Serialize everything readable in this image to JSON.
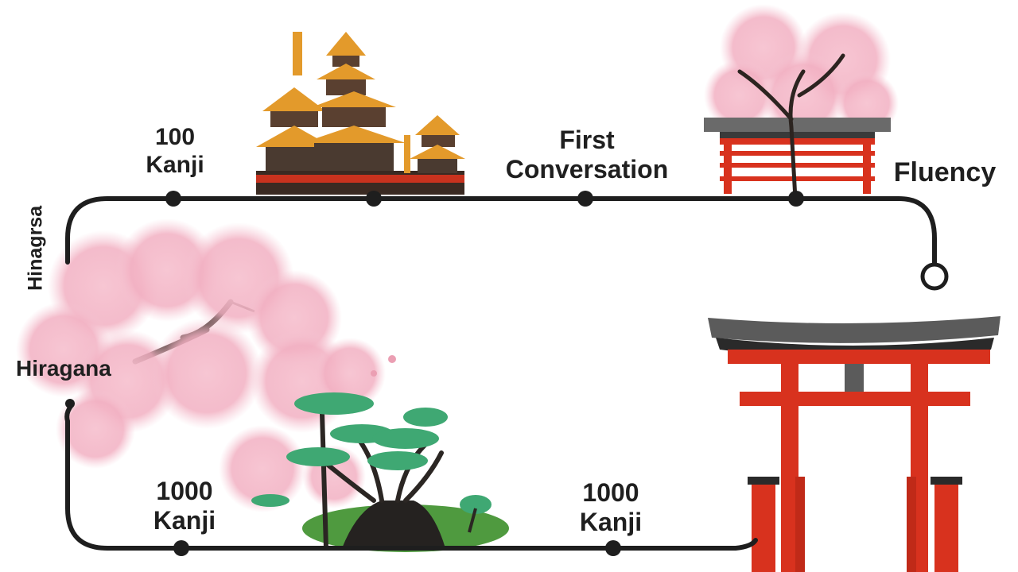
{
  "milestones": {
    "hiragana_vertical": "Hinagrsa",
    "hiragana": "Hiragana",
    "kanji_100": "100\nKanji",
    "first_conversation": "First\nConversation",
    "fluency": "Fluency",
    "kanji_1000_left": "1000\nKanji",
    "kanji_1000_right": "1000\nKanji"
  },
  "colors": {
    "path": "#1e1e1e",
    "blossom_pink": "#f4b6c6",
    "blossom_deep": "#e88fa6",
    "torii_red": "#d8321e",
    "temple_gold": "#e39a2b",
    "pine_green": "#3fa873",
    "roof_grey": "#5b5b5b"
  },
  "icons": [
    "pagoda-temple",
    "cherry-blossom-tree",
    "shrine-gate",
    "torii-gate",
    "bonsai-pine"
  ]
}
